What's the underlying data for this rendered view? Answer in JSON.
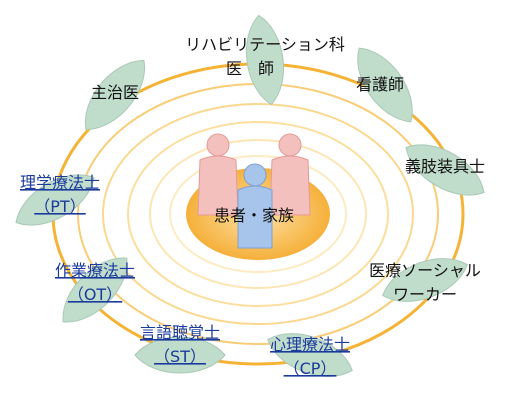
{
  "center": {
    "label": "患者・家族"
  },
  "roles": {
    "rehab_doctor": {
      "line1": "リハビリテーション科",
      "line2": "医　師"
    },
    "attending": {
      "label": "主治医"
    },
    "nurse": {
      "label": "看護師"
    },
    "prosthetist": {
      "label": "義肢装具士"
    },
    "social_worker": {
      "line1": "医療ソーシャル",
      "line2": "ワーカー"
    },
    "pt": {
      "line1": "理学療法士",
      "line2": "（PT）"
    },
    "ot": {
      "line1": "作業療法士",
      "line2": "（OT）"
    },
    "st": {
      "line1": "言語聴覚士",
      "line2": "（ST）"
    },
    "cp": {
      "line1": "心理療法士",
      "line2": "（CP）"
    }
  },
  "colors": {
    "ring": "#f5b335",
    "ring_light": "#fbe1a6",
    "core": "#f6b54a",
    "leaf": "#c0dccb",
    "leaf_stroke": "#a9c9b6",
    "figure_pink": "#f4c0bd",
    "figure_blue": "#a7c4ea",
    "link": "#1a3a9c"
  },
  "icons": {
    "leaf": "leaf-icon",
    "person": "person-icon"
  }
}
